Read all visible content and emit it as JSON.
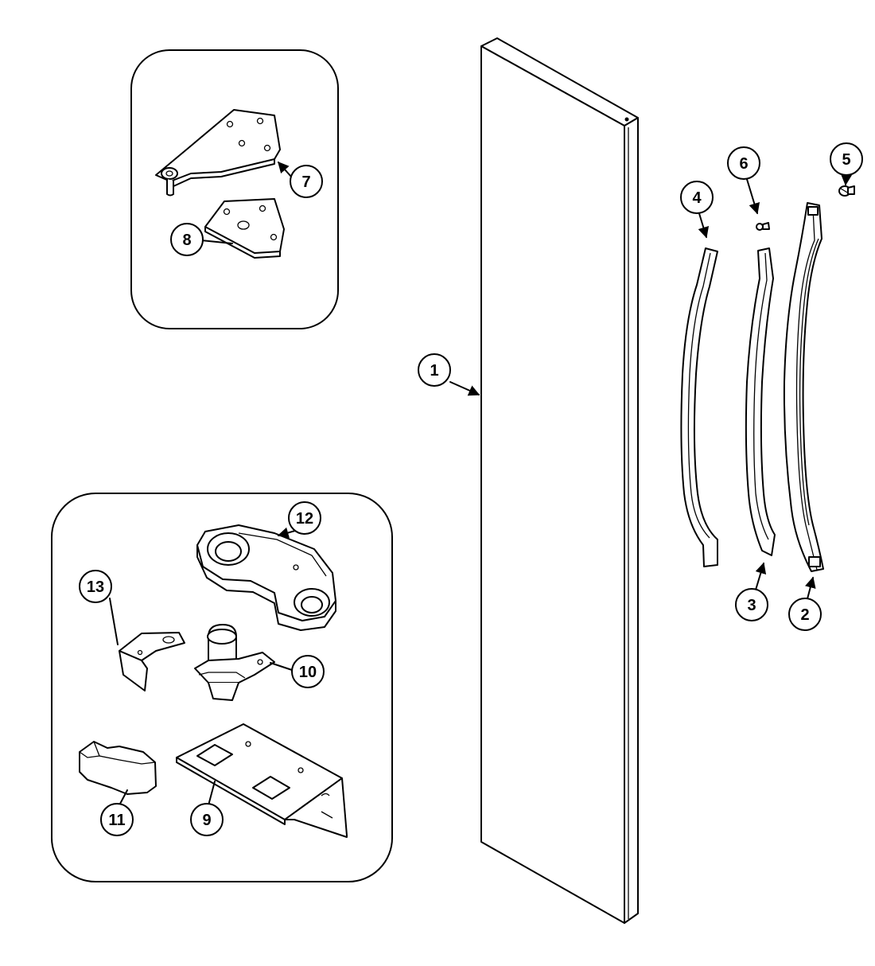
{
  "diagram": {
    "callouts": [
      {
        "id": "1",
        "label": "1"
      },
      {
        "id": "2",
        "label": "2"
      },
      {
        "id": "3",
        "label": "3"
      },
      {
        "id": "4",
        "label": "4"
      },
      {
        "id": "5",
        "label": "5"
      },
      {
        "id": "6",
        "label": "6"
      },
      {
        "id": "7",
        "label": "7"
      },
      {
        "id": "8",
        "label": "8"
      },
      {
        "id": "9",
        "label": "9"
      },
      {
        "id": "10",
        "label": "10"
      },
      {
        "id": "11",
        "label": "11"
      },
      {
        "id": "12",
        "label": "12"
      },
      {
        "id": "13",
        "label": "13"
      }
    ],
    "colors": {
      "line": "#000000",
      "background": "#ffffff"
    }
  }
}
